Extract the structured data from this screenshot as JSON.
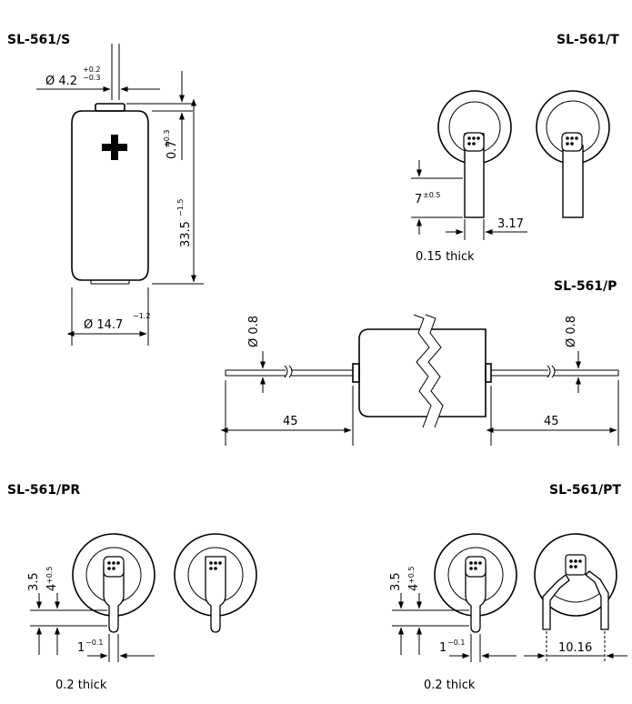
{
  "sections": {
    "s": {
      "title": "SL-561/S",
      "dia_top": "Ø 4.2",
      "dia_top_sup_plus": "+0.2",
      "dia_top_sup_minus": "−0.3",
      "pos_cap": "0.7",
      "pos_cap_sup": "±0.3",
      "height": "33.5",
      "height_sup": "−1.5",
      "dia_body": "Ø 14.7",
      "dia_body_sup": "−1.2",
      "plus_symbol": "+"
    },
    "t": {
      "title": "SL-561/T",
      "tab_len": "7",
      "tab_len_sup": "±0.5",
      "tab_width": "3.17",
      "thickness": "0.15 thick"
    },
    "p": {
      "title": "SL-561/P",
      "wire_dia_left": "Ø 0.8",
      "wire_dia_right": "Ø 0.8",
      "lead_left": "45",
      "lead_right": "45"
    },
    "pr": {
      "title": "SL-561/PR",
      "dim_a": "3.5",
      "dim_b": "4",
      "dim_b_sup": "+0.5",
      "pin": "1",
      "pin_sup": "−0.1",
      "thickness": "0.2 thick"
    },
    "pt": {
      "title": "SL-561/PT",
      "dim_a": "3.5",
      "dim_b": "4",
      "dim_b_sup": "+0.5",
      "pin": "1",
      "pin_sup": "−0.1",
      "spacing": "10.16",
      "thickness": "0.2 thick"
    }
  }
}
